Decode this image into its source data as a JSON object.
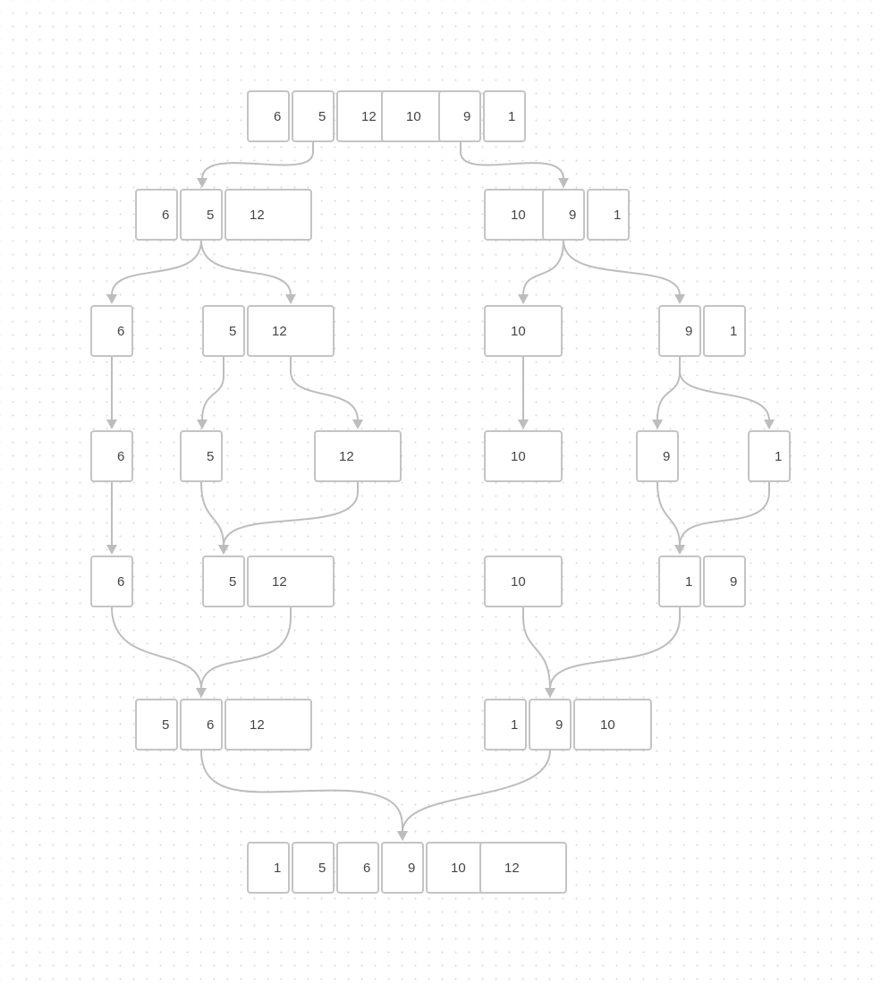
{
  "rows": [
    {
      "name": "initial-array",
      "arrays": [
        {
          "values": [
            "6",
            "5",
            "12",
            "10",
            "9",
            "1"
          ]
        }
      ]
    },
    {
      "name": "split-level-1",
      "arrays": [
        {
          "values": [
            "6",
            "5",
            "12"
          ]
        },
        {
          "values": [
            "10",
            "9",
            "1"
          ]
        }
      ]
    },
    {
      "name": "split-level-2",
      "arrays": [
        {
          "values": [
            "6"
          ]
        },
        {
          "values": [
            "5",
            "12"
          ]
        },
        {
          "values": [
            "10"
          ]
        },
        {
          "values": [
            "9",
            "1"
          ]
        }
      ]
    },
    {
      "name": "split-level-3",
      "arrays": [
        {
          "values": [
            "6"
          ]
        },
        {
          "values": [
            "5"
          ]
        },
        {
          "values": [
            "12"
          ]
        },
        {
          "values": [
            "10"
          ]
        },
        {
          "values": [
            "9"
          ]
        },
        {
          "values": [
            "1"
          ]
        }
      ]
    },
    {
      "name": "merge-level-1",
      "arrays": [
        {
          "values": [
            "6"
          ]
        },
        {
          "values": [
            "5",
            "12"
          ]
        },
        {
          "values": [
            "10"
          ]
        },
        {
          "values": [
            "1",
            "9"
          ]
        }
      ]
    },
    {
      "name": "merge-level-2",
      "arrays": [
        {
          "values": [
            "5",
            "6",
            "12"
          ]
        },
        {
          "values": [
            "1",
            "9",
            "10"
          ]
        }
      ]
    },
    {
      "name": "sorted-array",
      "arrays": [
        {
          "values": [
            "1",
            "5",
            "6",
            "9",
            "10",
            "12"
          ]
        }
      ]
    }
  ],
  "colors": {
    "background": "#ffffff",
    "grid_dot": "#d9d9d9",
    "box_border": "#c4c4c4",
    "arrow": "#bdbdbd",
    "text": "#444444"
  }
}
